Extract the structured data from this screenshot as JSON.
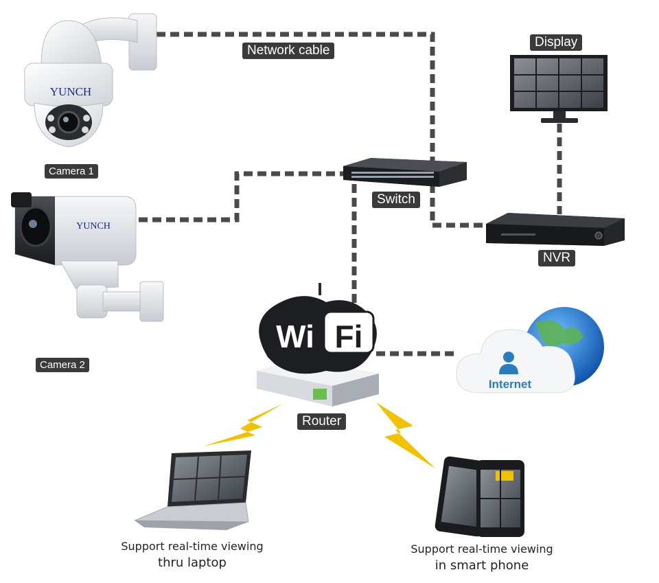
{
  "labels": {
    "network_cable": "Network cable",
    "camera1": "Camera 1",
    "camera2": "Camera 2",
    "switch": "Switch",
    "display": "Display",
    "nvr": "NVR",
    "router": "Router",
    "internet": "Internet",
    "wifi_left": "Wi",
    "wifi_right": "Fi",
    "brand": "YUNCH"
  },
  "captions": {
    "laptop_line1": "Support real-time viewing",
    "laptop_line2": "thru laptop",
    "phone_line1": "Support real-time viewing",
    "phone_line2": "in smart phone"
  },
  "colors": {
    "cable": "#4a4a4a",
    "label_bg": "#3a3a3a",
    "lightning": "#f2c200",
    "globe": "#2a7fd4",
    "internet_text": "#2b7bbf",
    "brand_text": "#1a2a8a"
  }
}
